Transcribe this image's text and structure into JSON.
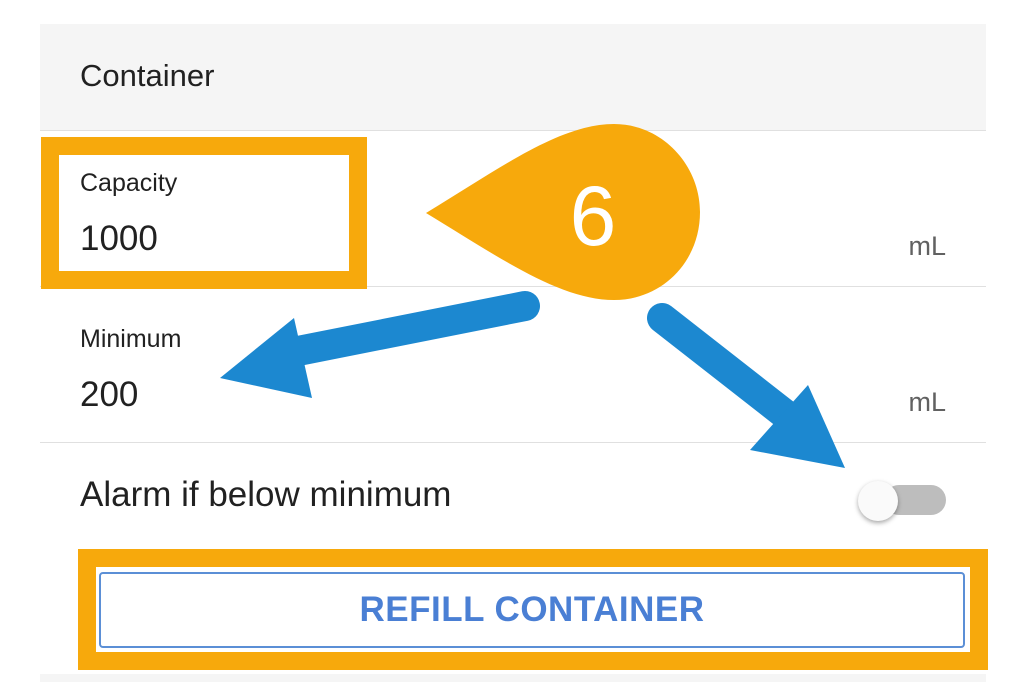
{
  "header": {
    "title": "Container"
  },
  "capacity": {
    "label": "Capacity",
    "value": "1000",
    "unit": "mL"
  },
  "minimum": {
    "label": "Minimum",
    "value": "200",
    "unit": "mL"
  },
  "alarm": {
    "label": "Alarm if below minimum",
    "enabled": false
  },
  "refill_button": {
    "label": "REFILL CONTAINER"
  },
  "annotation": {
    "step": "6"
  },
  "colors": {
    "highlight": "#f7a90c",
    "arrow": "#1c88d0",
    "button_text": "#4a7fd4",
    "header_bg": "#f5f5f5"
  }
}
